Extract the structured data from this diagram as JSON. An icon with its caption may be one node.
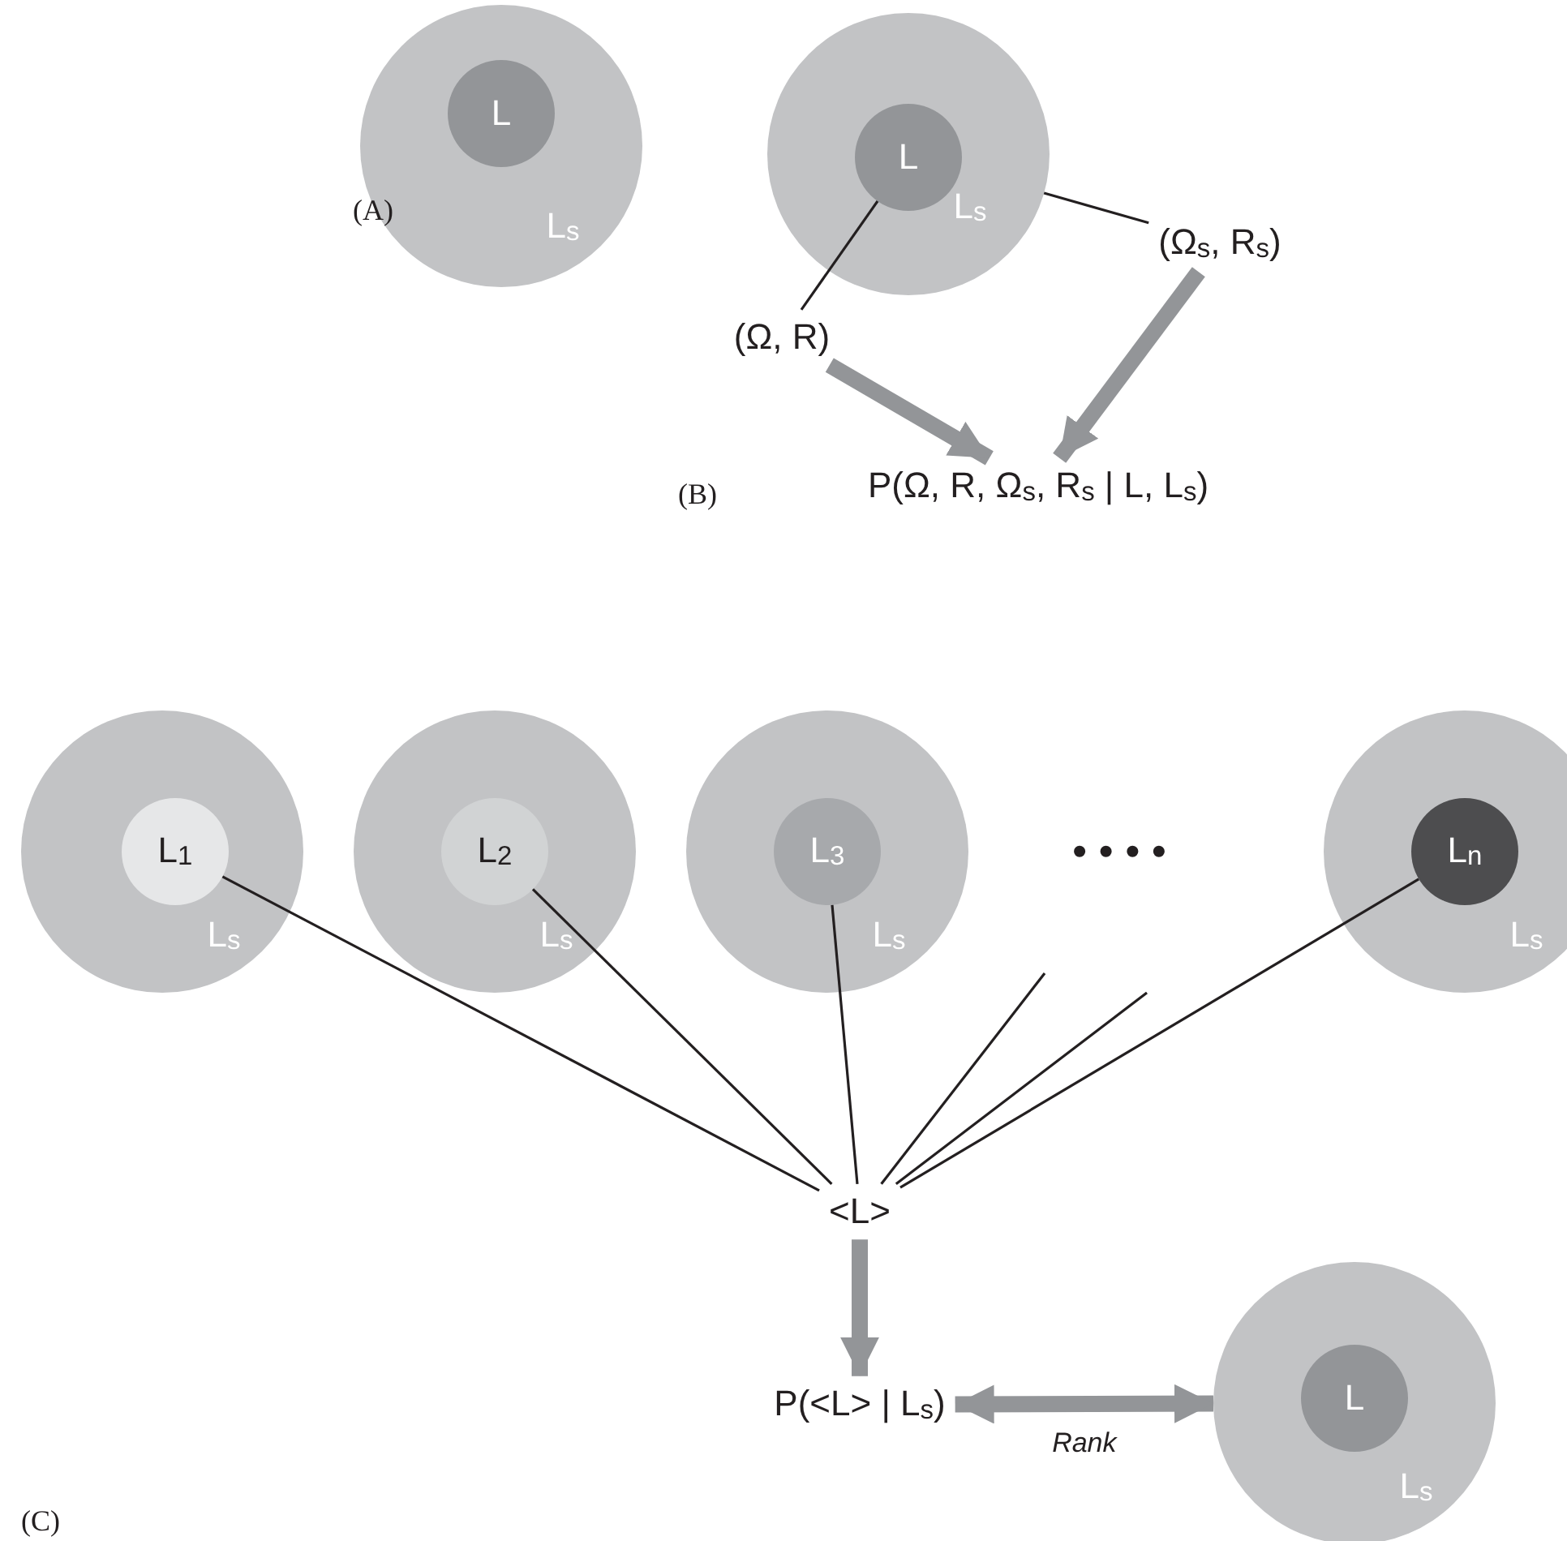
{
  "diagram": {
    "nodes": [
      {
        "text": [
          "L$_{s}$"
        ]
      },
      {
        "text": [
          "L"
        ],
        "in": 0
      },
      {
        "text": [
          "L$_{s}$"
        ]
      },
      {
        "text": [
          "L"
        ],
        "in": 2
      },
      {
        "text": [
          "(Ω, R)"
        ]
      },
      {
        "text": [
          "(Ω$_{s}$, R$_{s}$)"
        ]
      },
      {
        "text": [
          "P(Ω, R, Ω$_{s}$, R$_{s}$ | L, L$_{s}$)"
        ]
      },
      {
        "text": [
          "L$_{s}$"
        ]
      },
      {
        "text": [
          "L$_{1}$"
        ],
        "in": 7
      },
      {
        "text": [
          "L$_{s}$"
        ]
      },
      {
        "text": [
          "L$_{2}$"
        ],
        "in": 9
      },
      {
        "text": [
          "L$_{s}$"
        ]
      },
      {
        "text": [
          "L$_{3}$"
        ],
        "in": 11
      },
      {
        "text": [
          "L$_{s}$"
        ]
      },
      {
        "text": [
          "L$_{n}$"
        ],
        "in": 13
      },
      {
        "text": [
          "<L>"
        ]
      },
      {
        "text": [
          "P(<L> | L$_{s}$)"
        ]
      },
      {
        "text": [
          "L$_{s}$"
        ]
      },
      {
        "text": [
          "L"
        ],
        "in": 17
      }
    ],
    "edges": [
      {
        "from": 3,
        "to": 4,
        "arrow": "none"
      },
      {
        "from": 2,
        "to": 5,
        "arrow": "none"
      },
      {
        "from": 4,
        "to": 6,
        "arrow": "to",
        "style": "thick",
        "color": "#939598"
      },
      {
        "from": 5,
        "to": 6,
        "arrow": "to",
        "style": "thick",
        "color": "#939598"
      },
      {
        "from": 8,
        "to": 15,
        "arrow": "none"
      },
      {
        "from": 10,
        "to": 15,
        "arrow": "none"
      },
      {
        "from": 12,
        "to": 15,
        "arrow": "none"
      },
      {
        "from": null,
        "to": 15,
        "arrow": "none"
      },
      {
        "from": null,
        "to": 15,
        "arrow": "none"
      },
      {
        "from": 14,
        "to": 15,
        "arrow": "none"
      },
      {
        "from": 15,
        "to": 16,
        "arrow": "to",
        "style": "thick",
        "color": "#939598"
      },
      {
        "from": 16,
        "to": 17,
        "arrow": "both",
        "style": "thick",
        "color": "#939598",
        "label": "Rank"
      }
    ],
    "labels": [
      "(A)",
      "(B)",
      "• • • •",
      "(C)"
    ]
  }
}
